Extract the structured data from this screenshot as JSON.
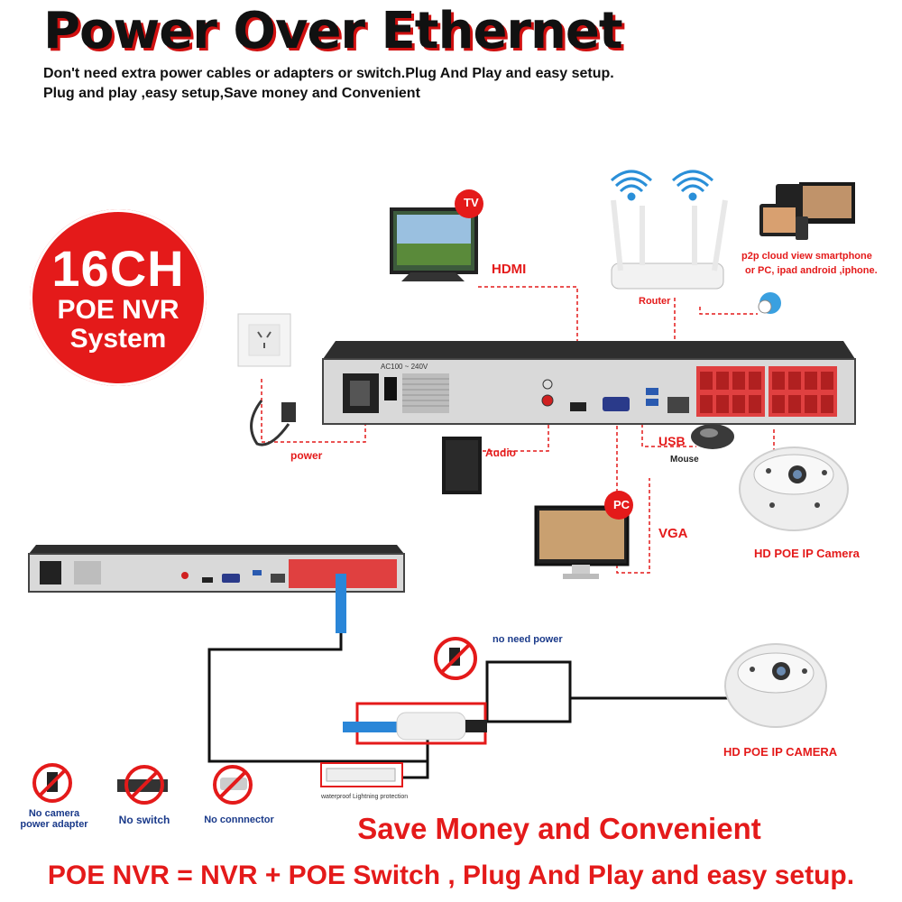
{
  "header": {
    "title": "Power Over Ethernet",
    "line1": "Don't need extra power cables or adapters or switch.Plug And Play and easy setup.",
    "line2": "Plug and play ,easy setup,Save money and Convenient"
  },
  "badge": {
    "line1": "16CH",
    "line2": "POE NVR",
    "line3": "System"
  },
  "diagram": {
    "tv_badge": "TV",
    "pc_badge": "PC",
    "hdmi": "HDMI",
    "router": "Router",
    "p2p_line1": "p2p cloud  view smartphone",
    "p2p_line2": "or PC, ipad android ,iphone.",
    "power": "power",
    "audio": "Audio",
    "usb": "USB",
    "mouse": "Mouse",
    "vga": "VGA",
    "camera1": "HD POE IP Camera",
    "nvr_power_label": "AC100 ~ 240V"
  },
  "lower": {
    "no_need_power": "no need power",
    "camera2": "HD POE IP CAMERA",
    "waterproof": "waterproof Lightning protection",
    "icons": [
      {
        "line1": "No camera",
        "line2": "power adapter"
      },
      {
        "line1": "No switch",
        "line2": ""
      },
      {
        "line1": "No connnector",
        "line2": ""
      }
    ]
  },
  "footer": {
    "save": "Save Money and Convenient",
    "formula": "POE NVR = NVR + POE Switch , Plug And Play and easy setup."
  },
  "colors": {
    "accent": "#e41a1a",
    "dark": "#111111",
    "blue": "#1a3a8a"
  }
}
